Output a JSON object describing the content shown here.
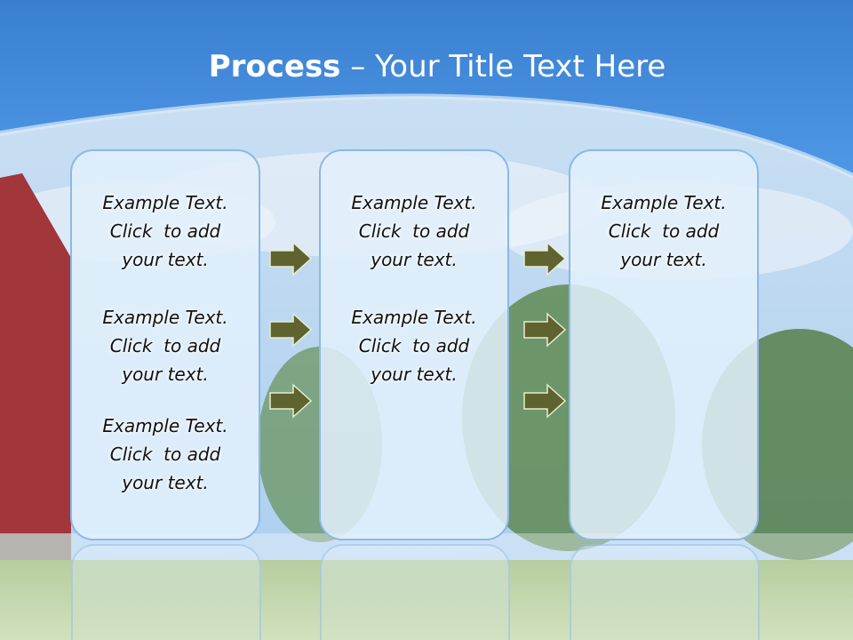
{
  "title": {
    "bold": "Process",
    "rest": " – Your Title Text Here"
  },
  "columns": [
    {
      "items": [
        [
          "Example Text.",
          "Click  to add",
          "your text."
        ],
        [
          "Example Text.",
          "Click  to add",
          "your text."
        ],
        [
          "Example Text.",
          "Click  to add",
          "your text."
        ]
      ]
    },
    {
      "items": [
        [
          "Example Text.",
          "Click  to add",
          "your text."
        ],
        [
          "Example Text.",
          "Click  to add",
          "your text."
        ]
      ]
    },
    {
      "items": [
        [
          "Example Text.",
          "Click  to add",
          "your text."
        ]
      ]
    }
  ],
  "colors": {
    "header_blue": "#3e88dd",
    "arrow_fill": "#5f6330",
    "box_border": "#8ab8e8"
  }
}
